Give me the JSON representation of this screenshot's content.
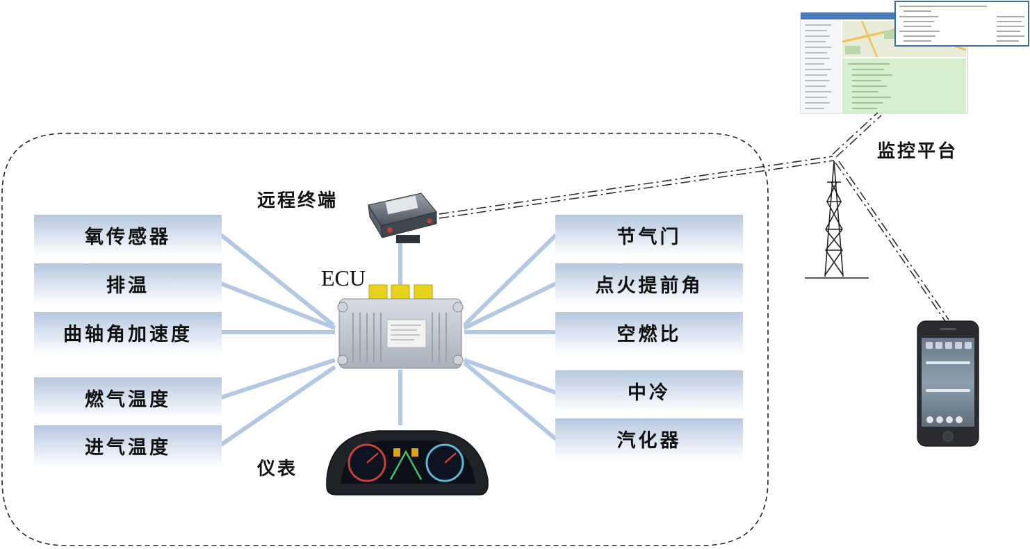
{
  "labels": {
    "ecu": "ECU",
    "remote_terminal": "远程终端",
    "instrument": "仪表",
    "monitor_platform": "监控平台"
  },
  "sensors_left": [
    "氧传感器",
    "排温",
    "曲轴角加速度",
    "燃气温度",
    "进气温度"
  ],
  "actuators_right": [
    "节气门",
    "点火提前角",
    "空燃比",
    "中冷",
    "汽化器"
  ],
  "colors": {
    "box_top": "#b7c7e0",
    "box_bottom": "#fcfdff",
    "connector": "#b2c8e4",
    "ecu_body": "#c3c9d0",
    "ecu_connector": "#e8d21c",
    "map_green": "#d6efcf"
  }
}
